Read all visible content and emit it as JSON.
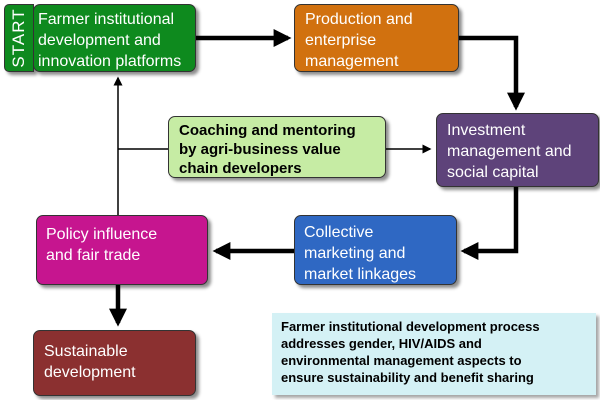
{
  "diagram": {
    "start_label": "START",
    "boxes": {
      "farmer": {
        "lines": [
          "Farmer institutional",
          "development and",
          "innovation platforms"
        ],
        "color": "#0e8a1e"
      },
      "production": {
        "lines": [
          "Production and",
          "enterprise",
          "management"
        ],
        "color": "#d1710f"
      },
      "investment": {
        "lines": [
          "Investment",
          "management and",
          "social capital"
        ],
        "color": "#5e437a"
      },
      "coaching": {
        "lines": [
          "Coaching and mentoring",
          "by agri-business value",
          "chain developers"
        ],
        "color": "#c6eca4"
      },
      "collective": {
        "lines": [
          "Collective",
          "marketing and",
          "market linkages"
        ],
        "color": "#2f68c3"
      },
      "policy": {
        "lines": [
          "Policy influence",
          "and fair trade"
        ],
        "color": "#c6158f"
      },
      "sustainable": {
        "lines": [
          "Sustainable",
          "development"
        ],
        "color": "#8b3030"
      }
    },
    "note": {
      "lines": [
        "Farmer institutional development process",
        "addresses gender, HIV/AIDS and",
        "environmental management aspects to",
        "ensure sustainability and benefit sharing"
      ],
      "color": "#d4f1f5"
    }
  }
}
